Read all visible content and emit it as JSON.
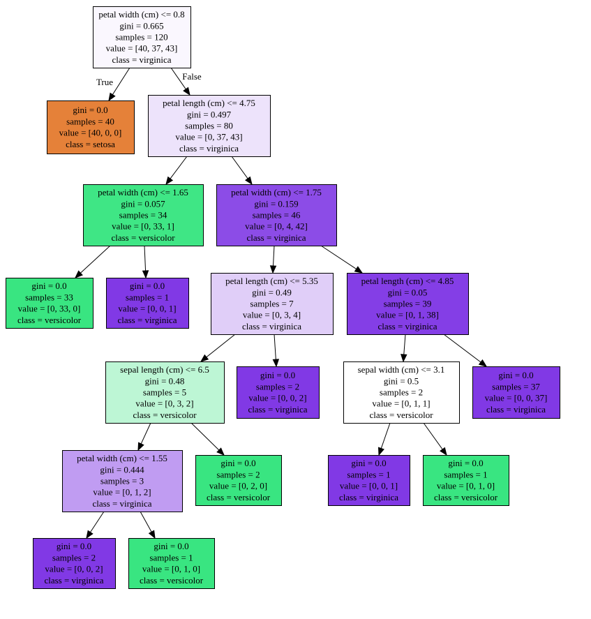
{
  "tree": {
    "nodes": [
      {
        "id": "n0",
        "lines": [
          "petal width (cm) <= 0.8",
          "gini = 0.665",
          "samples = 120",
          "value = [40, 37, 43]",
          "class = virginica"
        ],
        "fill": "#faf7fe"
      },
      {
        "id": "n1",
        "lines": [
          "gini = 0.0",
          "samples = 40",
          "value = [40, 0, 0]",
          "class = setosa"
        ],
        "fill": "#e58139"
      },
      {
        "id": "n2",
        "lines": [
          "petal length (cm) <= 4.75",
          "gini = 0.497",
          "samples = 80",
          "value = [0, 37, 43]",
          "class = virginica"
        ],
        "fill": "#ede3fb"
      },
      {
        "id": "n3",
        "lines": [
          "petal width (cm) <= 1.65",
          "gini = 0.057",
          "samples = 34",
          "value = [0, 33, 1]",
          "class = versicolor"
        ],
        "fill": "#3fe685"
      },
      {
        "id": "n4",
        "lines": [
          "petal width (cm) <= 1.75",
          "gini = 0.159",
          "samples = 46",
          "value = [0, 4, 42]",
          "class = virginica"
        ],
        "fill": "#8c4ce7"
      },
      {
        "id": "n5",
        "lines": [
          "gini = 0.0",
          "samples = 33",
          "value = [0, 33, 0]",
          "class = versicolor"
        ],
        "fill": "#39e581"
      },
      {
        "id": "n6",
        "lines": [
          "gini = 0.0",
          "samples = 1",
          "value = [0, 0, 1]",
          "class = virginica"
        ],
        "fill": "#8139e5"
      },
      {
        "id": "n7",
        "lines": [
          "petal length (cm) <= 5.35",
          "gini = 0.49",
          "samples = 7",
          "value = [0, 3, 4]",
          "class = virginica"
        ],
        "fill": "#e0cef8"
      },
      {
        "id": "n8",
        "lines": [
          "petal length (cm) <= 4.85",
          "gini = 0.05",
          "samples = 39",
          "value = [0, 1, 38]",
          "class = virginica"
        ],
        "fill": "#843ee6"
      },
      {
        "id": "n9",
        "lines": [
          "sepal length (cm) <= 6.5",
          "gini = 0.48",
          "samples = 5",
          "value = [0, 3, 2]",
          "class = versicolor"
        ],
        "fill": "#bdf6d5"
      },
      {
        "id": "n10",
        "lines": [
          "gini = 0.0",
          "samples = 2",
          "value = [0, 0, 2]",
          "class = virginica"
        ],
        "fill": "#8139e5"
      },
      {
        "id": "n11",
        "lines": [
          "sepal width (cm) <= 3.1",
          "gini = 0.5",
          "samples = 2",
          "value = [0, 1, 1]",
          "class = versicolor"
        ],
        "fill": "#ffffff"
      },
      {
        "id": "n12",
        "lines": [
          "gini = 0.0",
          "samples = 37",
          "value = [0, 0, 37]",
          "class = virginica"
        ],
        "fill": "#8139e5"
      },
      {
        "id": "n13",
        "lines": [
          "petal width (cm) <= 1.55",
          "gini = 0.444",
          "samples = 3",
          "value = [0, 1, 2]",
          "class = virginica"
        ],
        "fill": "#c09cf2"
      },
      {
        "id": "n14",
        "lines": [
          "gini = 0.0",
          "samples = 2",
          "value = [0, 2, 0]",
          "class = versicolor"
        ],
        "fill": "#39e581"
      },
      {
        "id": "n15",
        "lines": [
          "gini = 0.0",
          "samples = 1",
          "value = [0, 0, 1]",
          "class = virginica"
        ],
        "fill": "#8139e5"
      },
      {
        "id": "n16",
        "lines": [
          "gini = 0.0",
          "samples = 1",
          "value = [0, 1, 0]",
          "class = versicolor"
        ],
        "fill": "#39e581"
      },
      {
        "id": "n17",
        "lines": [
          "gini = 0.0",
          "samples = 2",
          "value = [0, 0, 2]",
          "class = virginica"
        ],
        "fill": "#8139e5"
      },
      {
        "id": "n18",
        "lines": [
          "gini = 0.0",
          "samples = 1",
          "value = [0, 1, 0]",
          "class = versicolor"
        ],
        "fill": "#39e581"
      }
    ],
    "edges": [
      {
        "from": "n0",
        "to": "n1",
        "label": "True"
      },
      {
        "from": "n0",
        "to": "n2",
        "label": "False"
      },
      {
        "from": "n2",
        "to": "n3"
      },
      {
        "from": "n2",
        "to": "n4"
      },
      {
        "from": "n3",
        "to": "n5"
      },
      {
        "from": "n3",
        "to": "n6"
      },
      {
        "from": "n4",
        "to": "n7"
      },
      {
        "from": "n4",
        "to": "n8"
      },
      {
        "from": "n7",
        "to": "n9"
      },
      {
        "from": "n7",
        "to": "n10"
      },
      {
        "from": "n8",
        "to": "n11"
      },
      {
        "from": "n8",
        "to": "n12"
      },
      {
        "from": "n9",
        "to": "n13"
      },
      {
        "from": "n9",
        "to": "n14"
      },
      {
        "from": "n11",
        "to": "n15"
      },
      {
        "from": "n11",
        "to": "n16"
      },
      {
        "from": "n13",
        "to": "n17"
      },
      {
        "from": "n13",
        "to": "n18"
      }
    ]
  }
}
